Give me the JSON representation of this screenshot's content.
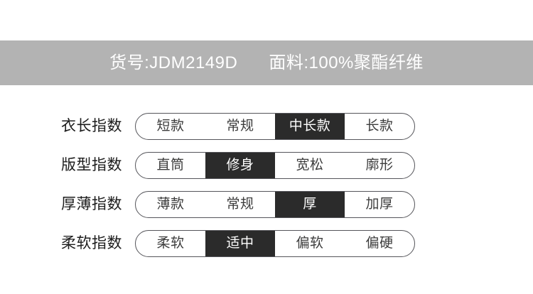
{
  "header": {
    "background_color": "#b3b3b3",
    "text_color": "#ffffff",
    "item_code": "货号:JDM2149D",
    "fabric": "面料:100%聚酯纤维"
  },
  "theme": {
    "active_background": "#2b2b2b",
    "active_text": "#ffffff",
    "inactive_text": "#3c3c3c",
    "border_color": "#55555a",
    "page_background": "#ffffff"
  },
  "spec_rows": [
    {
      "label": "衣长指数",
      "options": [
        {
          "text": "短款",
          "active": false
        },
        {
          "text": "常规",
          "active": false
        },
        {
          "text": "中长款",
          "active": true
        },
        {
          "text": "长款",
          "active": false
        }
      ],
      "selected": "中长款"
    },
    {
      "label": "版型指数",
      "options": [
        {
          "text": "直筒",
          "active": false
        },
        {
          "text": "修身",
          "active": true
        },
        {
          "text": "宽松",
          "active": false
        },
        {
          "text": "廓形",
          "active": false
        }
      ],
      "selected": "修身"
    },
    {
      "label": "厚薄指数",
      "options": [
        {
          "text": "薄款",
          "active": false
        },
        {
          "text": "常规",
          "active": false
        },
        {
          "text": "厚",
          "active": true
        },
        {
          "text": "加厚",
          "active": false
        }
      ],
      "selected": "厚"
    },
    {
      "label": "柔软指数",
      "options": [
        {
          "text": "柔软",
          "active": false
        },
        {
          "text": "适中",
          "active": true
        },
        {
          "text": "偏软",
          "active": false
        },
        {
          "text": "偏硬",
          "active": false
        }
      ],
      "selected": "适中"
    }
  ]
}
